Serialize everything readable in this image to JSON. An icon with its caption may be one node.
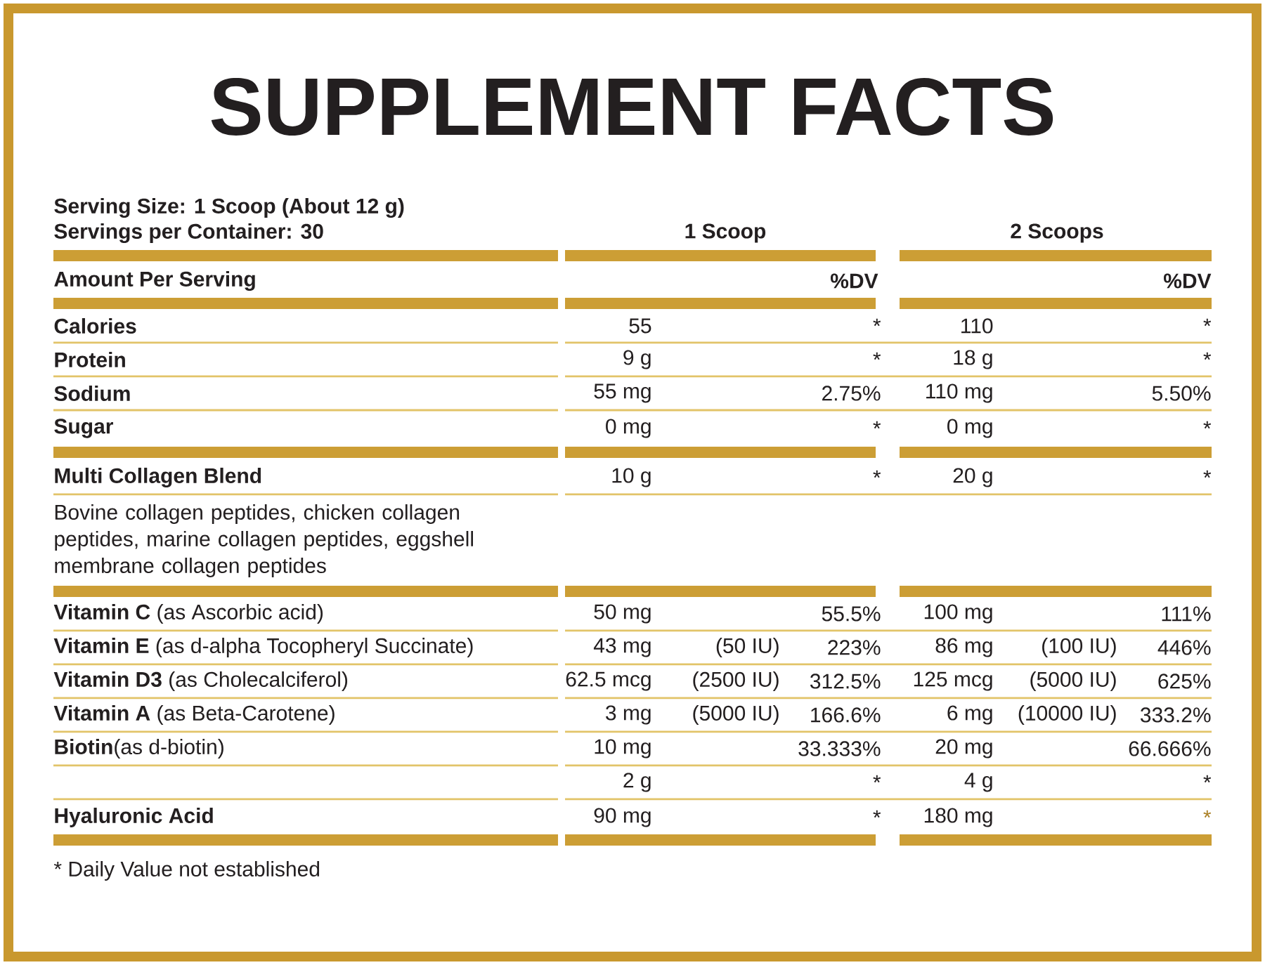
{
  "diagram": {
    "title": "SUPPLEMENT FACTS",
    "labels": [
      "Serving Size: 1 Scoop (About 12 g)",
      "Servings per Container: 30",
      "1 Scoop",
      "2 Scoops",
      "Amount Per Serving",
      "%DV",
      "%DV",
      "Calories",
      "55",
      "*",
      "110",
      "*",
      "Protein",
      "9 g",
      "*",
      "18 g",
      "*",
      "Sodium",
      "55 mg",
      "2.75%",
      "110 mg",
      "5.50%",
      "Sugar",
      "0 mg",
      "*",
      "0 mg",
      "*",
      "Multi Collagen Blend",
      "10 g",
      "*",
      "20 g",
      "*",
      "Bovine collagen peptides, chicken collagen peptides, marine collagen peptides, eggshell membrane collagen peptides",
      "**Vitamin C** (as Ascorbic acid)",
      "50 mg",
      "55.5%",
      "100 mg",
      "111%",
      "**Vitamin E** (as d-alpha Tocopheryl Succinate)",
      "43 mg",
      "(50 IU)",
      "223%",
      "86 mg",
      "(100 IU)",
      "446%",
      "**Vitamin D3** (as Cholecalciferol)",
      "62.5 mcg",
      "(2500 IU)",
      "312.5%",
      "125 mcg",
      "(5000 IU)",
      "625%",
      "**Vitamin A** (as Beta-Carotene)",
      "3 mg",
      "(5000 IU)",
      "166.6%",
      "6 mg",
      "(10000 IU)",
      "333.2%",
      "**Biotin**(as d-biotin)",
      "10 mg",
      "33.333%",
      "20 mg",
      "66.666%",
      "2 g",
      "*",
      "4 g",
      "*",
      "Hyaluronic Acid",
      "90 mg",
      "*",
      "180 mg",
      "*",
      "* Daily Value not established"
    ]
  }
}
